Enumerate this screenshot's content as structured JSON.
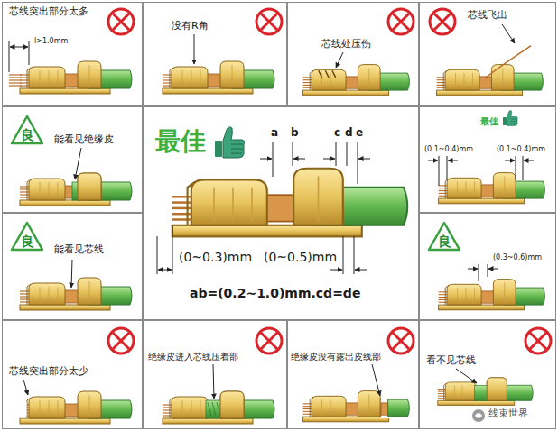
{
  "diagram": {
    "nodes": [
      {
        "text": [
          "芯线突出部分太多",
          "l>1.0mm"
        ]
      },
      {
        "text": [
          "没有R角"
        ]
      },
      {
        "text": [
          "芯线处压伤"
        ]
      },
      {
        "text": [
          "芯线飞出"
        ]
      },
      {
        "text": [
          "能看见绝缘皮"
        ]
      },
      {
        "text": [
          "良"
        ],
        "in": 4
      },
      {
        "text": [
          "最佳",
          "a",
          "b",
          "c",
          "d",
          "e",
          "(0~0.3)mm",
          "(0~0.5)mm",
          "ab=(0.2~1.0)mm.cd=de"
        ]
      },
      {
        "text": [
          "最佳",
          "(0.1~0.4)mm",
          "(0.1~0.4)mm"
        ]
      },
      {
        "text": [
          "能看见芯线"
        ]
      },
      {
        "text": [
          "良"
        ],
        "in": 8
      },
      {
        "text": [
          "(0.3~0.6)mm"
        ]
      },
      {
        "text": [
          "良"
        ],
        "in": 10
      },
      {
        "text": [
          "芯线突出部分太少"
        ]
      },
      {
        "text": [
          "绝缘皮进入芯线压着部"
        ]
      },
      {
        "text": [
          "绝缘皮没有露出皮线部"
        ]
      },
      {
        "text": [
          "看不见芯线"
        ]
      }
    ],
    "labels": [
      "线束世界"
    ]
  }
}
